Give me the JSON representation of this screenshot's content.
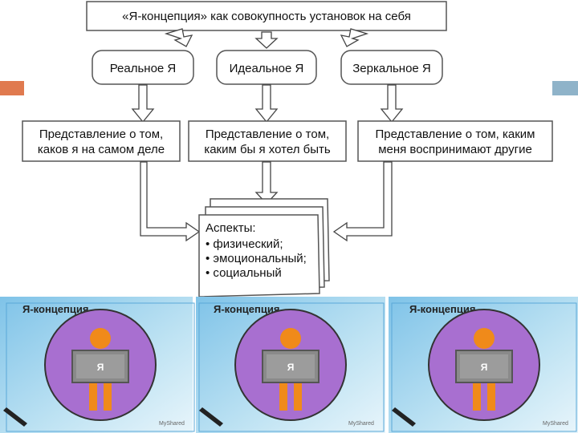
{
  "diagram": {
    "top_title": "«Я-концепция» как совокупность установок на себя",
    "kinds": [
      {
        "label": "Реальное Я",
        "description": [
          "Представление о том,",
          "каков я на самом деле"
        ]
      },
      {
        "label": "Идеальное Я",
        "description": [
          "Представление о том,",
          "каким бы я хотел быть"
        ]
      },
      {
        "label": "Зеркальное Я",
        "description": [
          "Представление о том, каким",
          "меня воспринимают другие"
        ]
      }
    ],
    "aspects": {
      "heading": "Аспекты:",
      "items": [
        "• физический;",
        "• эмоциональный;",
        "• социальный"
      ]
    }
  },
  "panels": [
    {
      "title": "Я-концепция",
      "sign": "Я",
      "logo": "MyShared"
    },
    {
      "title": "Я-концепция",
      "sign": "Я",
      "logo": "MyShared"
    },
    {
      "title": "Я-концепция",
      "sign": "Я",
      "logo": "MyShared"
    }
  ],
  "colors": {
    "accent_left": "#E07A4F",
    "accent_right": "#8FB3C9",
    "panel_bg": "#B8DDF0",
    "circle_fill": "#A86FD0",
    "figure": "#F08A1A"
  }
}
